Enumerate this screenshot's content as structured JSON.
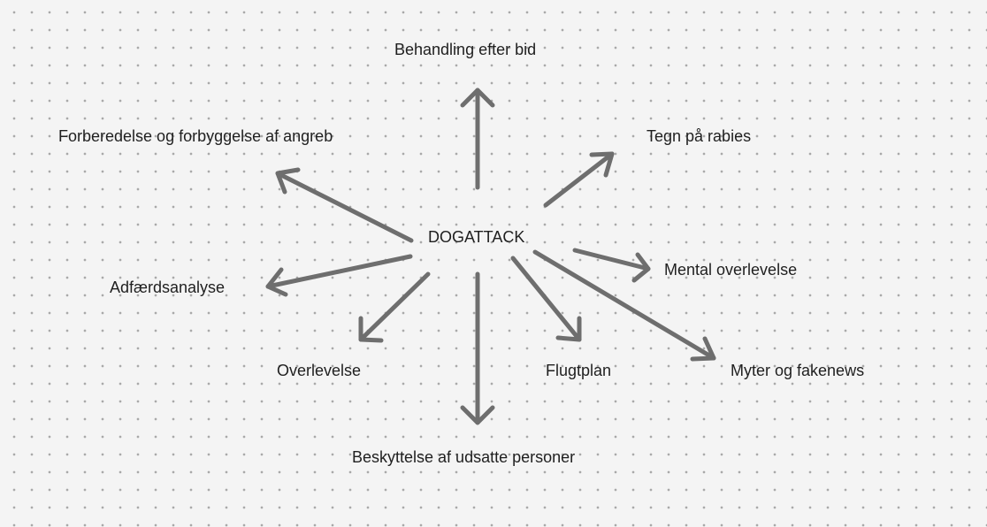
{
  "diagram": {
    "center": "DOGATTACK",
    "branches": [
      "Behandling efter bid",
      "Forberedelse og forbyggelse af angreb",
      "Tegn på rabies",
      "Adfærdsanalyse",
      "Mental overlevelse",
      "Overlevelse",
      "Flugtplan",
      "Myter og fakenews",
      "Beskyttelse af udsatte personer"
    ]
  },
  "colors": {
    "background": "#f4f4f4",
    "grid_dot": "#a9a9a9",
    "arrow": "#6e6e6e",
    "text": "#1f1f1f"
  }
}
